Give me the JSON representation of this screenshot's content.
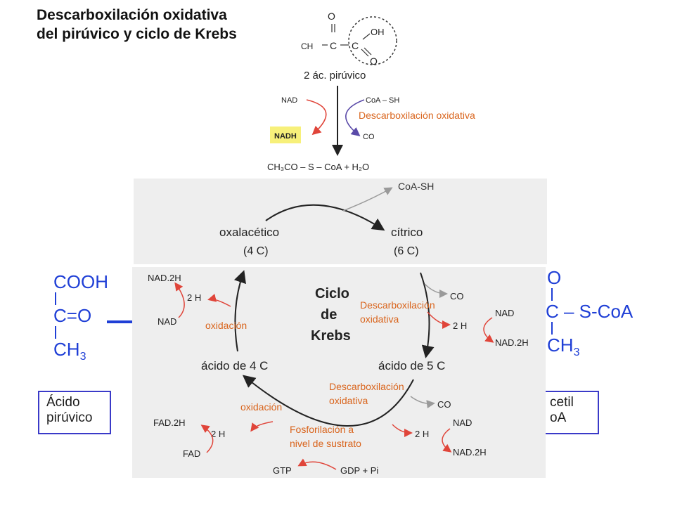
{
  "title": {
    "line1": "Descarboxilación oxidativa",
    "line2": "del pirúvico y ciclo de Krebs"
  },
  "top_structure": {
    "o_top": "O",
    "ch3": "CH",
    "carbon1": "C",
    "carbon2": "C",
    "oh": "OH",
    "o_bottom": "O",
    "name": "2 ác. pirúvico"
  },
  "top_reaction": {
    "nad": "NAD",
    "nadh2": "NADH",
    "coa_sh": "CoA – SH",
    "co2": "CO",
    "product": "CH₃CO – S – CoA + H₂O",
    "coa_sh_recycled": "CoA-SH"
  },
  "cycle": {
    "title": [
      "Ciclo",
      "de",
      "Krebs"
    ],
    "oxalacetico": "oxalacético",
    "oxalacetico_c": "(4 C)",
    "citrico": "cítrico",
    "citrico_c": "(6 C)",
    "acido4c": "ácido de 4 C",
    "acido5c": "ácido de 5 C",
    "nad2h_left": "NAD.2H",
    "h2_left": "2 H",
    "nad_left": "NAD",
    "fad2h": "FAD.2H",
    "h2_fad": "2 H",
    "fad": "FAD",
    "gtp": "GTP",
    "gdp": "GDP + Pi",
    "co2_a": "CO",
    "nad_a": "NAD",
    "h2_a": "2 H",
    "nad2h_a": "NAD.2H",
    "co2_b": "CO",
    "h2_b": "2 H",
    "nad_b": "NAD",
    "nad2h_b": "NAD.2H",
    "coa_sh_behind": "CoA-SH"
  },
  "annotations": {
    "descarbox_top": "Descarboxilación oxidativa",
    "descarbox_mid_1": "Descarboxilación",
    "descarbox_mid_2": "oxidativa",
    "oxidacion_upper": "oxidación",
    "descarbox_low_1": "Descarboxilación",
    "descarbox_low_2": "oxidativa",
    "oxidacion_lower": "oxidación",
    "fosforilacion_1": "Fosforilación a",
    "fosforilacion_2": "nivel de sustrato"
  },
  "background_left": {
    "cooh": "COOH",
    "co": "C=O",
    "ch3": "CH",
    "ch3_sub": "3",
    "box_line1": "Ácido",
    "box_line2": "pirúvico"
  },
  "background_right": {
    "o": "O",
    "c_scoa": "C – S-CoA",
    "ch3": "CH",
    "ch3_sub": "3",
    "box_line1": "cetil",
    "box_line2": "oA"
  },
  "colors": {
    "annotation_orange": "#d9641c",
    "background_blue": "#1f3fd6",
    "box_border": "#3a3ac8",
    "panel_gray": "#eeeeee",
    "nadh_highlight": "#f7f07a",
    "red_arrow": "#e0453a"
  }
}
